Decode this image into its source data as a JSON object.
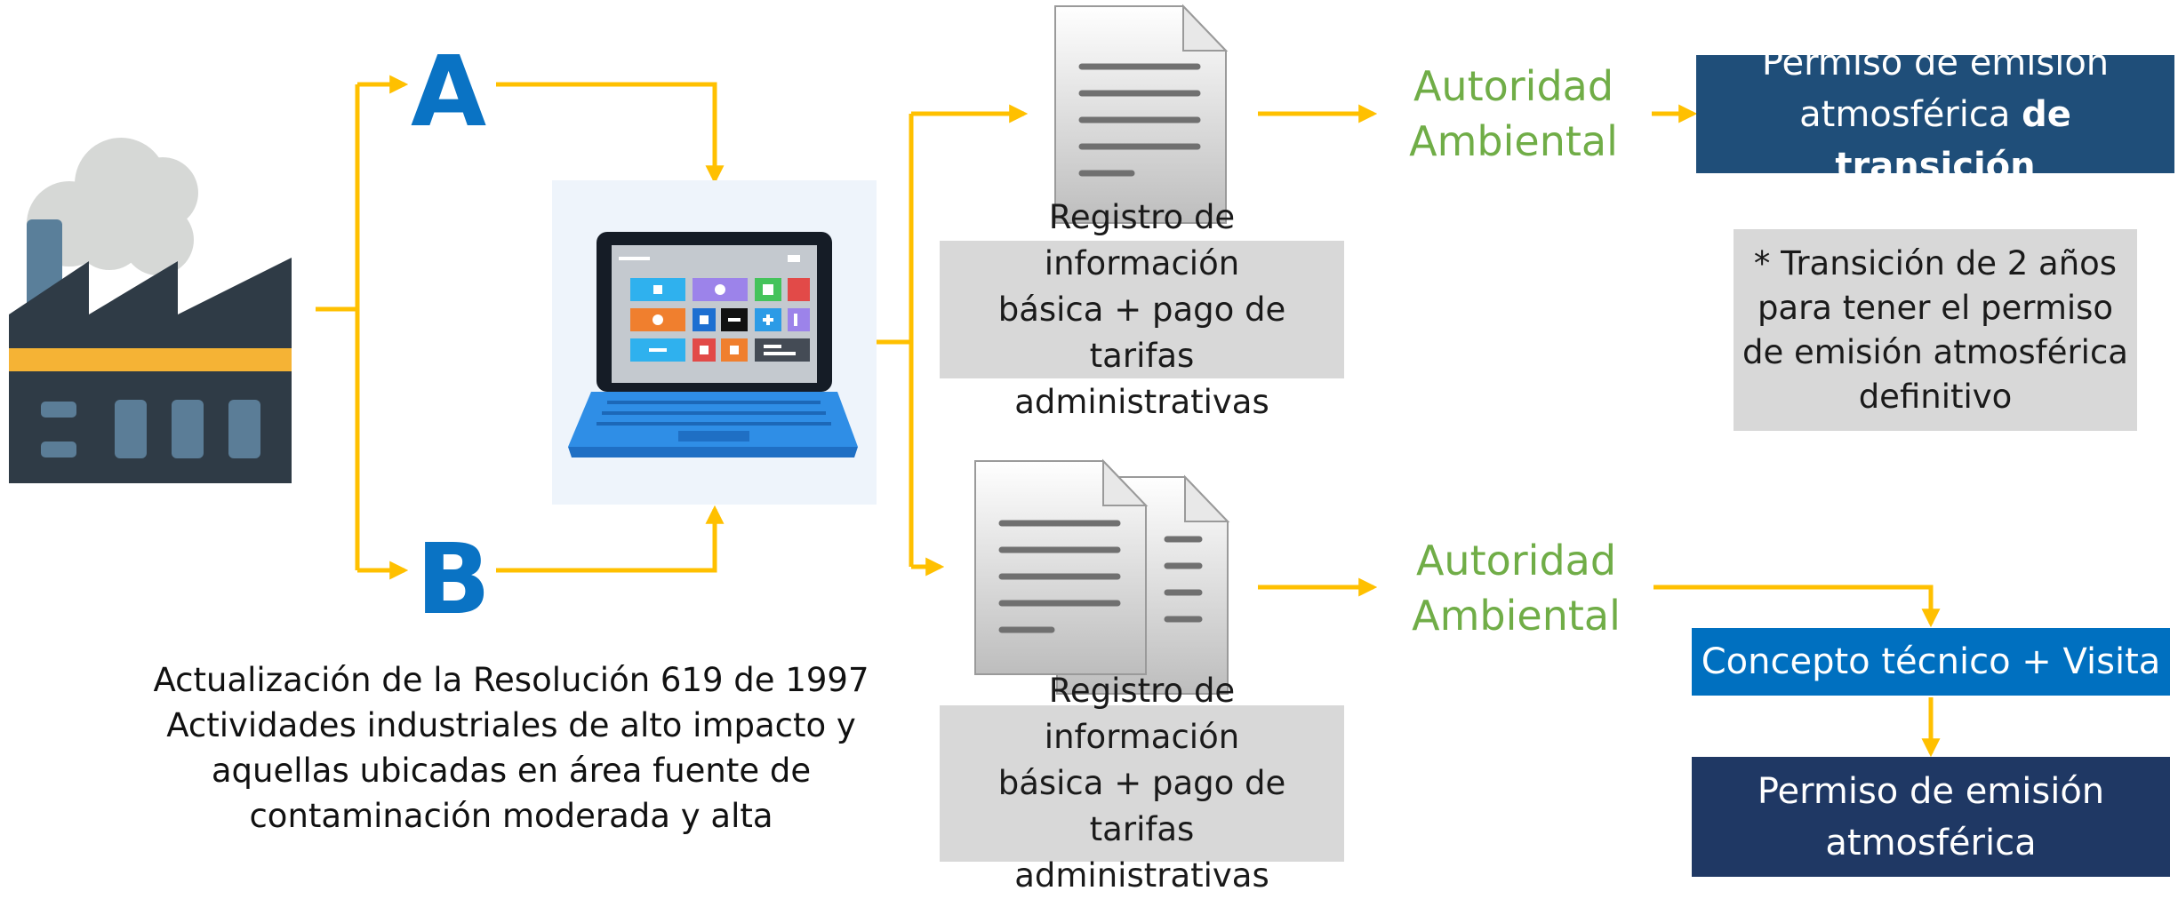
{
  "labels": {
    "option_a": "A",
    "option_b": "B"
  },
  "description": {
    "lines": [
      "Actualización de la Resolución 619 de 1997",
      "Actividades industriales de alto impacto y",
      "aquellas ubicadas en área fuente de",
      "contaminación moderada y alta"
    ]
  },
  "registration_top": {
    "lines": [
      "Registro de información",
      "básica + pago de tarifas",
      "administrativas"
    ]
  },
  "registration_bottom": {
    "lines": [
      "Registro de información",
      "básica + pago de tarifas",
      "administrativas"
    ]
  },
  "authority_top": {
    "lines": [
      "Autoridad",
      "Ambiental"
    ]
  },
  "authority_bottom": {
    "lines": [
      "Autoridad",
      "Ambiental"
    ]
  },
  "permit_transition": {
    "line1": "Permiso de emisión",
    "line2_regular": "atmosférica ",
    "line2_bold": "de transición"
  },
  "transition_note": {
    "lines": [
      "* Transición de 2 años",
      "para tener el permiso",
      "de emisión atmosférica",
      "definitivo"
    ]
  },
  "concept_visit": {
    "label": "Concepto técnico + Visita"
  },
  "permit_final": {
    "lines": [
      "Permiso de emisión",
      "atmosférica"
    ]
  },
  "colors": {
    "arrow": "#ffc000",
    "letter_blue": "#0a73c4",
    "authority_green": "#70ad47",
    "permit_dark_blue": "#1f4e79",
    "concept_blue": "#0070c0",
    "permit_final_navy": "#1f3864",
    "gray_box": "#d8d8d8"
  },
  "icons": {
    "factory": "factory-icon",
    "laptop": "laptop-icon",
    "document": "document-icon",
    "documents": "documents-icon"
  }
}
